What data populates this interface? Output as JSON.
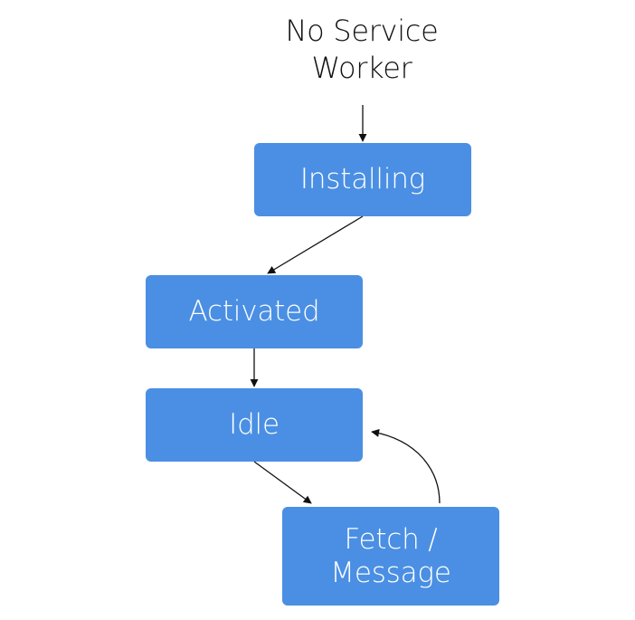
{
  "colors": {
    "state_fill": "#4a8fe3",
    "arrow": "#111111",
    "text_dark": "#111111",
    "text_light": "#ffffff"
  },
  "start_node": {
    "line1": "No Service",
    "line2": "Worker"
  },
  "states": {
    "installing": "Installing",
    "activated": "Activated",
    "idle": "Idle",
    "fetch_line1": "Fetch /",
    "fetch_line2": "Message"
  }
}
